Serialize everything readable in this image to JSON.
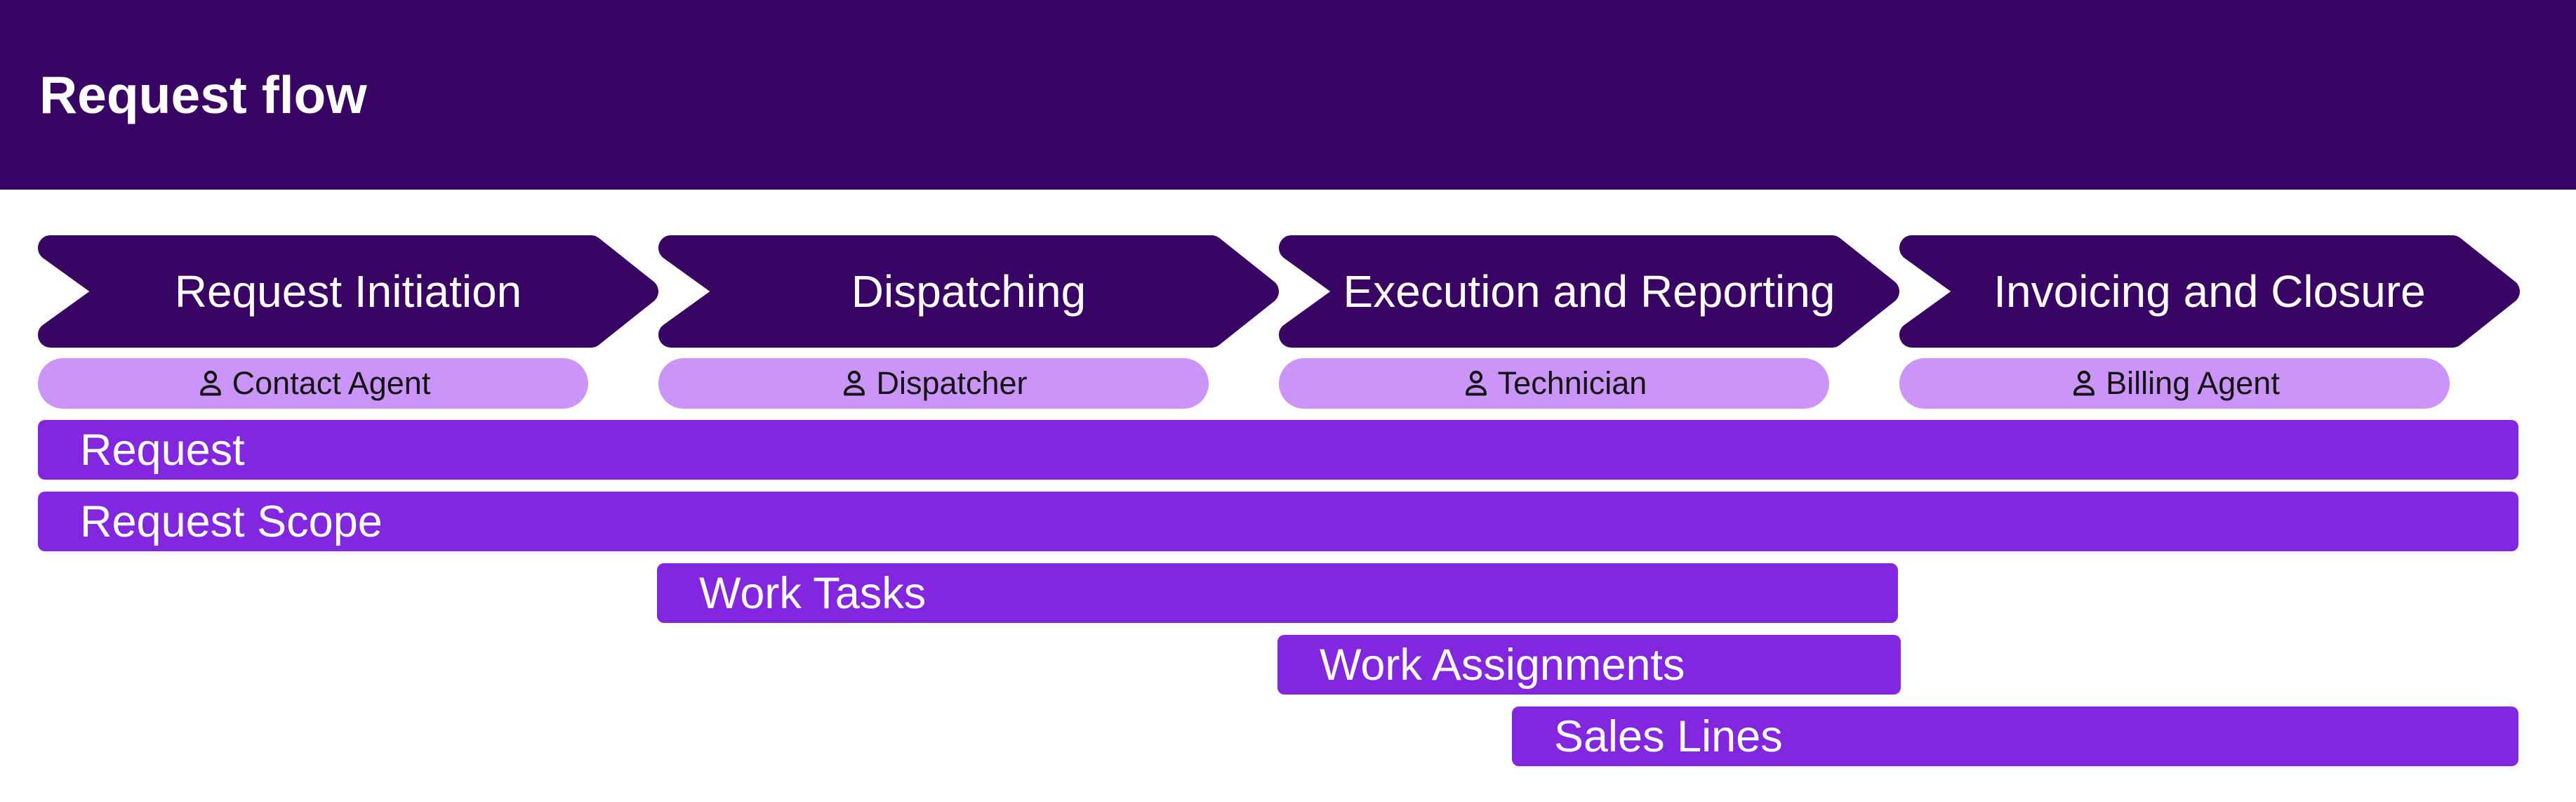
{
  "header": {
    "title": "Request flow"
  },
  "colors": {
    "header_bg": "#390564",
    "stage_arrow": "#390564",
    "bar": "#8226E0",
    "pill": "#CB94F9",
    "pill_text": "#141414",
    "on_dark": "#FFFFFF",
    "page_bg": "#FFFFFF"
  },
  "stages": [
    {
      "label": "Request Initiation",
      "role": "Contact Agent",
      "role_icon": "person-icon"
    },
    {
      "label": "Dispatching",
      "role": "Dispatcher",
      "role_icon": "person-icon"
    },
    {
      "label": "Execution and Reporting",
      "role": "Technician",
      "role_icon": "person-icon"
    },
    {
      "label": "Invoicing and Closure",
      "role": "Billing Agent",
      "role_icon": "person-icon"
    }
  ],
  "bars": [
    {
      "label": "Request"
    },
    {
      "label": "Request Scope"
    },
    {
      "label": "Work Tasks"
    },
    {
      "label": "Work Assignments"
    },
    {
      "label": "Sales Lines"
    }
  ]
}
